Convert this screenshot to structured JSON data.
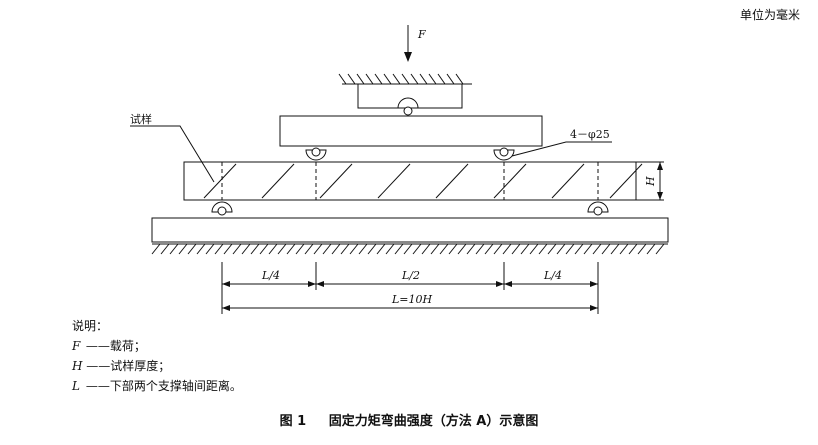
{
  "unit_note": "单位为毫米",
  "labels": {
    "force": "F",
    "specimen": "试样",
    "roller": "4－φ25",
    "thickness": "H",
    "span_quarter_left": "L/4",
    "span_half": "L/2",
    "span_quarter_right": "L/4",
    "span_total": "L=10H"
  },
  "notes": {
    "title": "说明：",
    "items": [
      {
        "symbol": "F",
        "text": "——载荷；"
      },
      {
        "symbol": "H",
        "text": "——试样厚度；"
      },
      {
        "symbol": "L",
        "text": "——下部两个支撑轴间距离。"
      }
    ]
  },
  "caption": {
    "number": "图 1",
    "title": "固定力矩弯曲强度（方法 A）示意图"
  }
}
